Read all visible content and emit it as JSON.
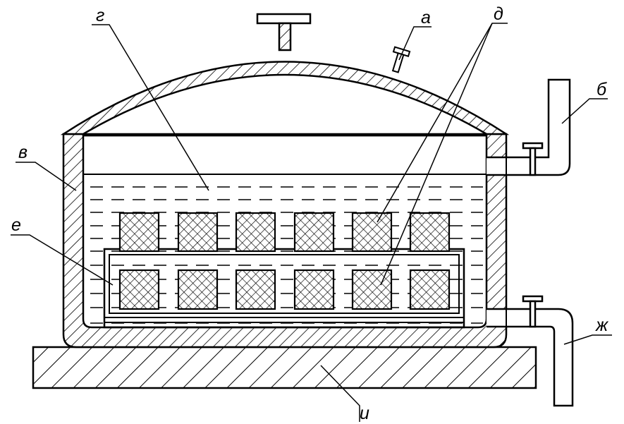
{
  "labels": {
    "a": "а",
    "b": "б",
    "v": "в",
    "g": "г",
    "d": "д",
    "e": "е",
    "zh": "ж",
    "i": "и"
  },
  "colors": {
    "line": "#000000",
    "background": "#ffffff",
    "liquid_dash": "#000000"
  },
  "parts": {
    "sample_blocks_top_row": 6,
    "sample_blocks_bottom_row": 6
  }
}
